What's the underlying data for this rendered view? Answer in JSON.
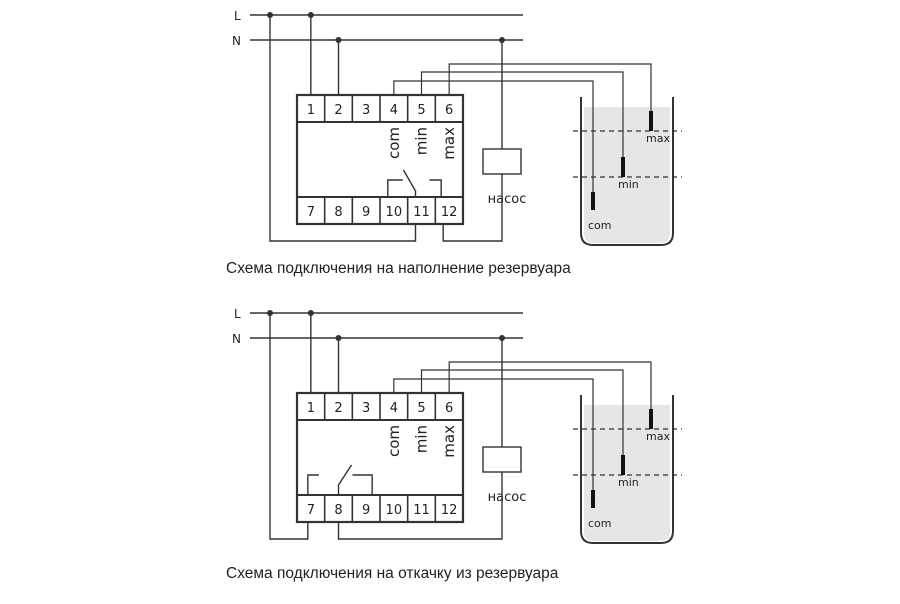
{
  "diagrams": [
    {
      "id": "fill",
      "caption": "Схема подключения на наполнение резервуара",
      "relay_contacts": "10-11-12",
      "line_labels": {
        "L": "L",
        "N": "N"
      },
      "terminals_top": [
        "1",
        "2",
        "3",
        "4",
        "5",
        "6"
      ],
      "terminals_bottom": [
        "7",
        "8",
        "9",
        "10",
        "11",
        "12"
      ],
      "sensor_labels": [
        "com",
        "min",
        "max"
      ],
      "pump_label": "насос",
      "tank_labels": {
        "max": "max",
        "min": "min",
        "com": "com"
      }
    },
    {
      "id": "drain",
      "caption": "Схема подключения на откачку из  резервуара",
      "relay_contacts": "7-8-9",
      "line_labels": {
        "L": "L",
        "N": "N"
      },
      "terminals_top": [
        "1",
        "2",
        "3",
        "4",
        "5",
        "6"
      ],
      "terminals_bottom": [
        "7",
        "8",
        "9",
        "10",
        "11",
        "12"
      ],
      "sensor_labels": [
        "com",
        "min",
        "max"
      ],
      "pump_label": "насос",
      "tank_labels": {
        "max": "max",
        "min": "min",
        "com": "com"
      }
    }
  ],
  "colors": {
    "line": "#333333",
    "water": "#e6e6e6",
    "background": "#ffffff"
  }
}
